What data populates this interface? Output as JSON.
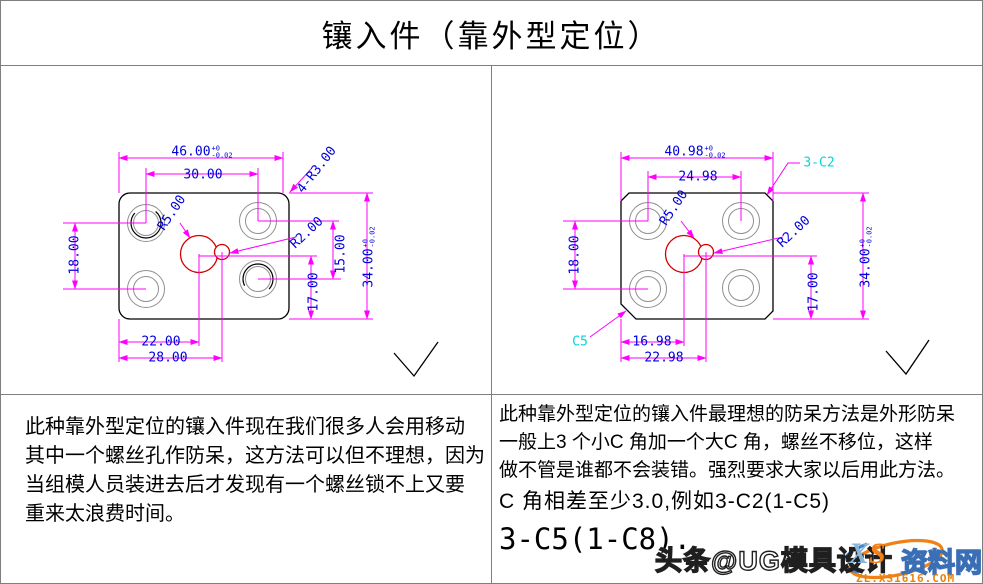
{
  "title": "镶入件（靠外型定位）",
  "left": {
    "dims": {
      "width_total": "46.00",
      "width_total_tol_up": "+0",
      "width_total_tol_dn": "-0.02",
      "hole_span_x": "30.00",
      "corner_radius": "4-R3.00",
      "key_radius": "R5.00",
      "lug_radius": "R2.00",
      "hole_span_y_right": "15.00",
      "key_to_bottom": "17.00",
      "height_total": "34.00",
      "height_total_tol_up": "+0",
      "height_total_tol_dn": "-0.02",
      "hole_span_y_left": "18.00",
      "key_offset_x": "22.00",
      "lug_offset_x": "28.00"
    },
    "note": [
      "此种靠外型定位的镶入件现在我们很多人会用移动",
      "其中一个螺丝孔作防呆，这方法可以但不理想，因为",
      "当组模人员装进去后才发现有一个螺丝锁不上又要",
      "重来太浪费时间。"
    ]
  },
  "right": {
    "dims": {
      "width_total": "40.98",
      "width_total_tol_up": "+0",
      "width_total_tol_dn": "-0.02",
      "hole_span_x": "24.98",
      "chamfer_small": "3-C2",
      "key_radius": "R5.00",
      "lug_radius": "R2.00",
      "key_to_bottom": "17.00",
      "height_total": "34.00",
      "height_total_tol_up": "+0",
      "height_total_tol_dn": "-0.02",
      "hole_span_y_left": "18.00",
      "chamfer_large": "C5",
      "key_offset_x": "16.98",
      "lug_offset_x": "22.98"
    },
    "note": [
      "此种靠外型定位的镶入件最理想的防呆方法是外形防呆",
      "一般上3 个小C 角加一个大C 角，螺丝不移位，这样",
      "做不管是谁都不会装错。强烈要求大家以后用此方法。",
      "C 角相差至少3.0,例如3-C2(1-C5)",
      "3-C5(1-C8)."
    ]
  },
  "watermark": {
    "handle": "头条@UG模具设计",
    "logo_monogram_x": "X",
    "logo_monogram_s": "S",
    "logo_text": "资料网",
    "site": "ZL.XS1616.COM"
  }
}
